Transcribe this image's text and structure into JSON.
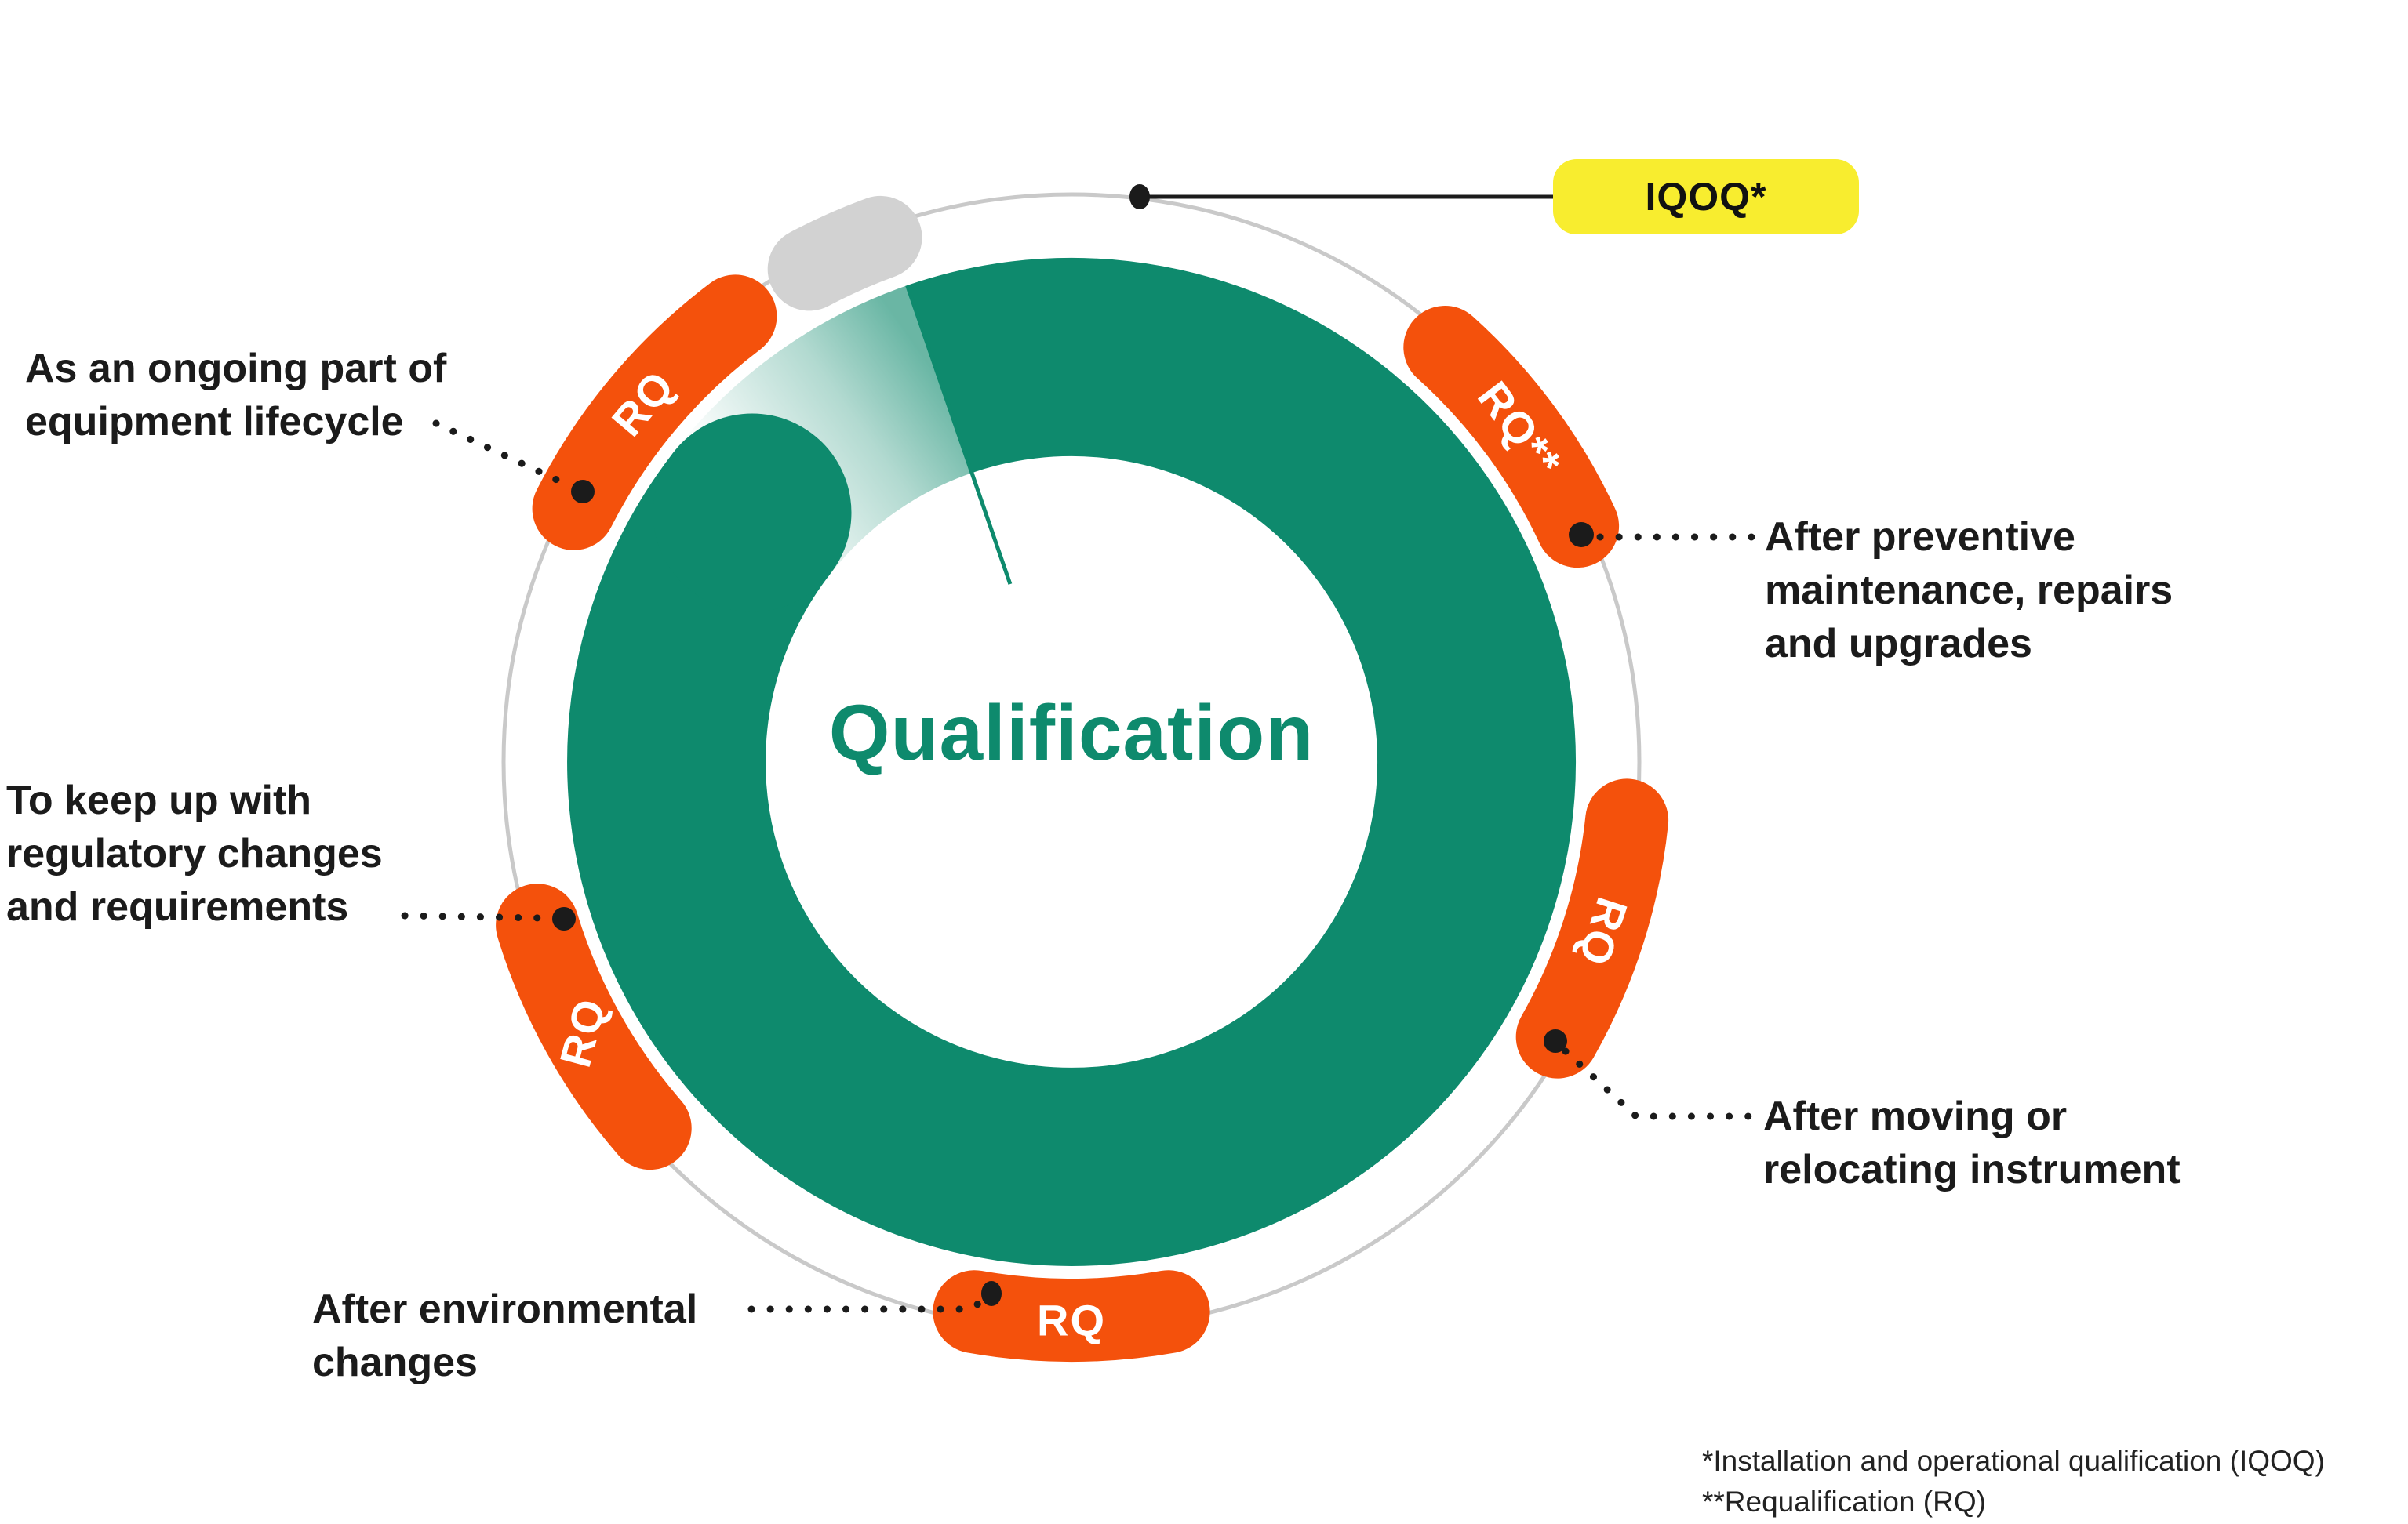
{
  "colors": {
    "teal": "#0E8A6D",
    "orange": "#F4510C",
    "yellow": "#F8ED2F",
    "ring_gray": "#C9C9C9",
    "segment_gray": "#D2D2D2",
    "text": "#1B1B1B"
  },
  "center": {
    "label": "Qualification"
  },
  "badge": {
    "label": "IQOQ*"
  },
  "segments": {
    "top_left": {
      "label": "RQ"
    },
    "top_right": {
      "label": "RQ**"
    },
    "right": {
      "label": "RQ"
    },
    "bottom": {
      "label": "RQ"
    },
    "left": {
      "label": "RQ"
    }
  },
  "annotations": {
    "ongoing": {
      "text": "As an ongoing part of\nequipment lifecycle"
    },
    "regulatory": {
      "text": "To keep up with\nregulatory changes\nand requirements"
    },
    "preventive": {
      "text": "After preventive\nmaintenance, repairs\nand upgrades"
    },
    "moving": {
      "text": "After moving or\nrelocating instrument"
    },
    "environmental": {
      "text": "After environmental\nchanges"
    }
  },
  "footnotes": {
    "line1": "*Installation and operational qualification (IQOQ)",
    "line2": "**Requalification (RQ)"
  }
}
